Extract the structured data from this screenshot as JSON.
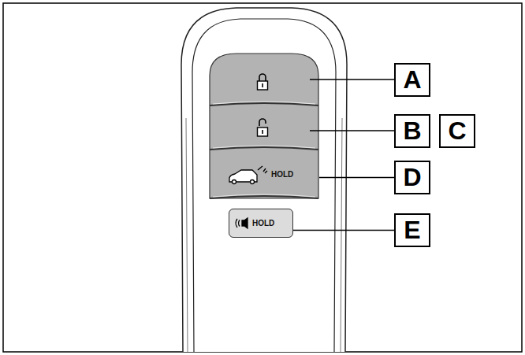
{
  "diagram": {
    "nodes": [
      {
        "text": [
          "A"
        ]
      },
      {
        "text": [
          "B"
        ]
      },
      {
        "text": [
          "C"
        ]
      },
      {
        "text": [
          "HOLD"
        ]
      },
      {
        "text": [
          "D"
        ]
      },
      {
        "text": [
          "HOLD"
        ]
      },
      {
        "text": [
          "E"
        ]
      }
    ],
    "edges": [
      {
        "from": 3,
        "to": 4,
        "arrow": "none"
      },
      {
        "from": 5,
        "to": 6,
        "arrow": "none"
      }
    ]
  }
}
